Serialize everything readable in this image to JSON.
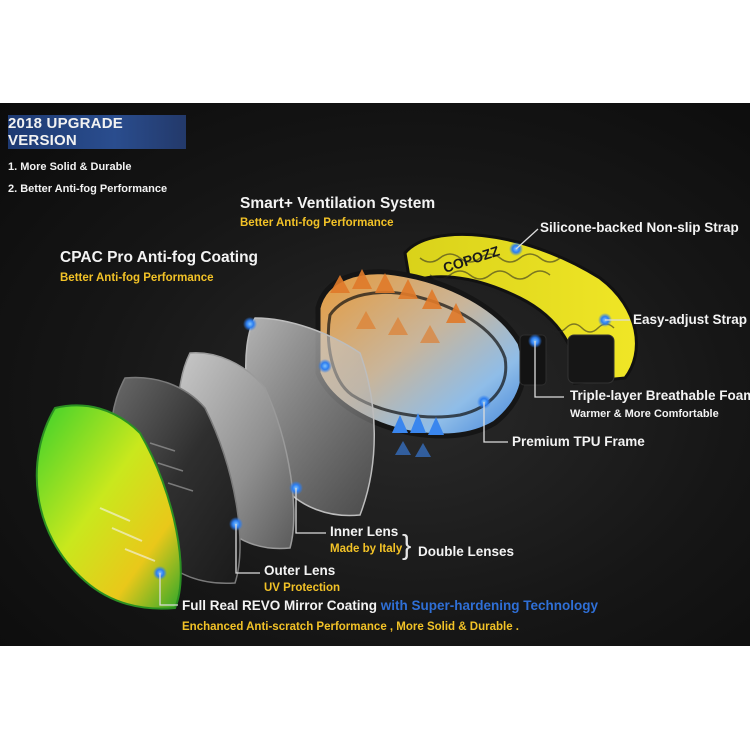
{
  "badge": "2018 UPGRADE VERSION",
  "points": [
    "1. More Solid & Durable",
    "2. Better Anti-fog Performance"
  ],
  "ventilation": {
    "title": "Smart+ Ventilation System",
    "sub": "Better Anti-fog Performance"
  },
  "coating": {
    "title": "CPAC Pro Anti-fog Coating",
    "sub": "Better Anti-fog Performance"
  },
  "strap": {
    "nonslip": "Silicone-backed Non-slip Strap",
    "adjust": "Easy-adjust Strap"
  },
  "foam": {
    "title": "Triple-layer Breathable Foam",
    "sub": "Warmer & More Comfortable"
  },
  "frame": "Premium TPU Frame",
  "inner_lens": {
    "title": "Inner Lens",
    "sub": "Made by Italy"
  },
  "double": "Double Lenses",
  "outer_lens": {
    "title": "Outer Lens",
    "sub": "UV Protection"
  },
  "revo": {
    "title": "Full Real REVO Mirror Coating",
    "highlight": "with Super-hardening Technology",
    "sub": "Enchanced Anti-scratch Performance , More Solid & Durable ."
  },
  "strap_print": "COPOZZ",
  "colors": {
    "accent_yellow": "#f2c227",
    "strap_yellow": "#e8e21a",
    "badge_blue": "#24417c",
    "dot_blue": "#3a8cff"
  }
}
